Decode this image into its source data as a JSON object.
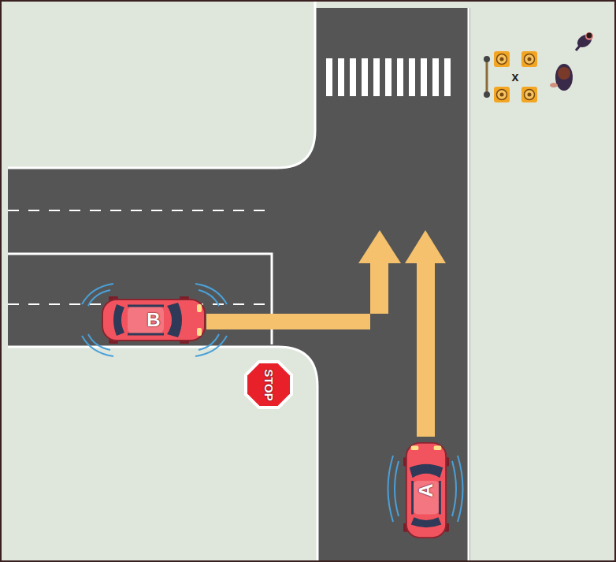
{
  "diagram": {
    "nodes": [
      {
        "text": [
          "B"
        ]
      },
      {
        "text": [
          "STOP"
        ]
      },
      {
        "text": [
          "A"
        ]
      }
    ],
    "labels": [
      "x"
    ]
  }
}
